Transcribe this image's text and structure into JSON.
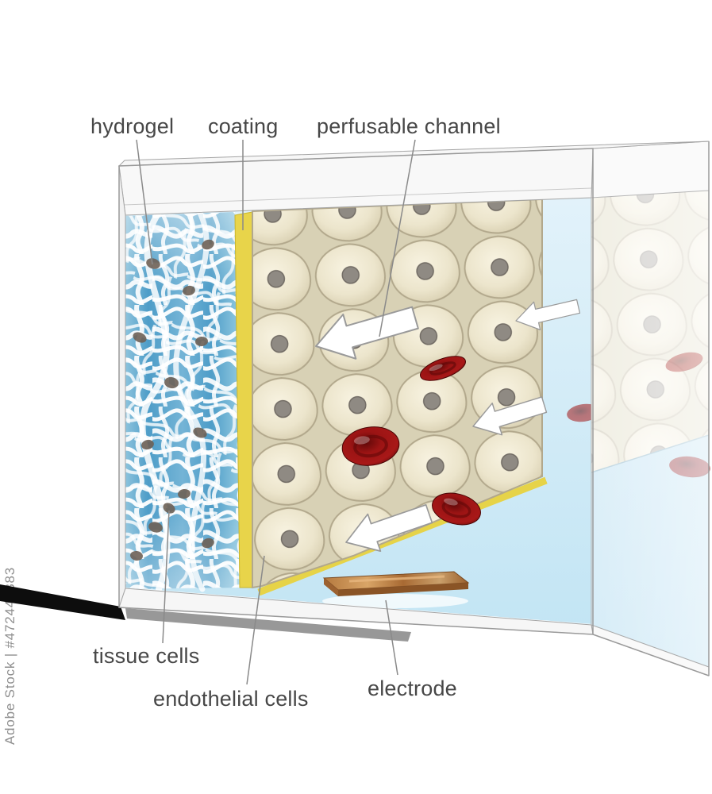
{
  "watermark": {
    "text": "Adobe Stock | #472447383"
  },
  "labels": {
    "hydrogel": "hydrogel",
    "coating": "coating",
    "perfusable_channel": "perfusable channel",
    "tissue_cells": "tissue cells",
    "endothelial_cells": "endothelial cells",
    "electrode": "electrode"
  },
  "colors": {
    "label_text": "#474747",
    "hydrogel_blue": "#4e9dc8",
    "mesh_fiber_white": "#ffffff",
    "coating_yellow": "#e8d44a",
    "endothelial_cream": "#ece5cc",
    "nucleus_gray": "#8f8a83",
    "blood_cell_red": "#9c1414",
    "channel_fluid_blue": "#cfe9f6",
    "electrode_copper": "#b5793f",
    "glass_frame": "#f4f4f4",
    "cable_black": "#0d0d0d"
  }
}
